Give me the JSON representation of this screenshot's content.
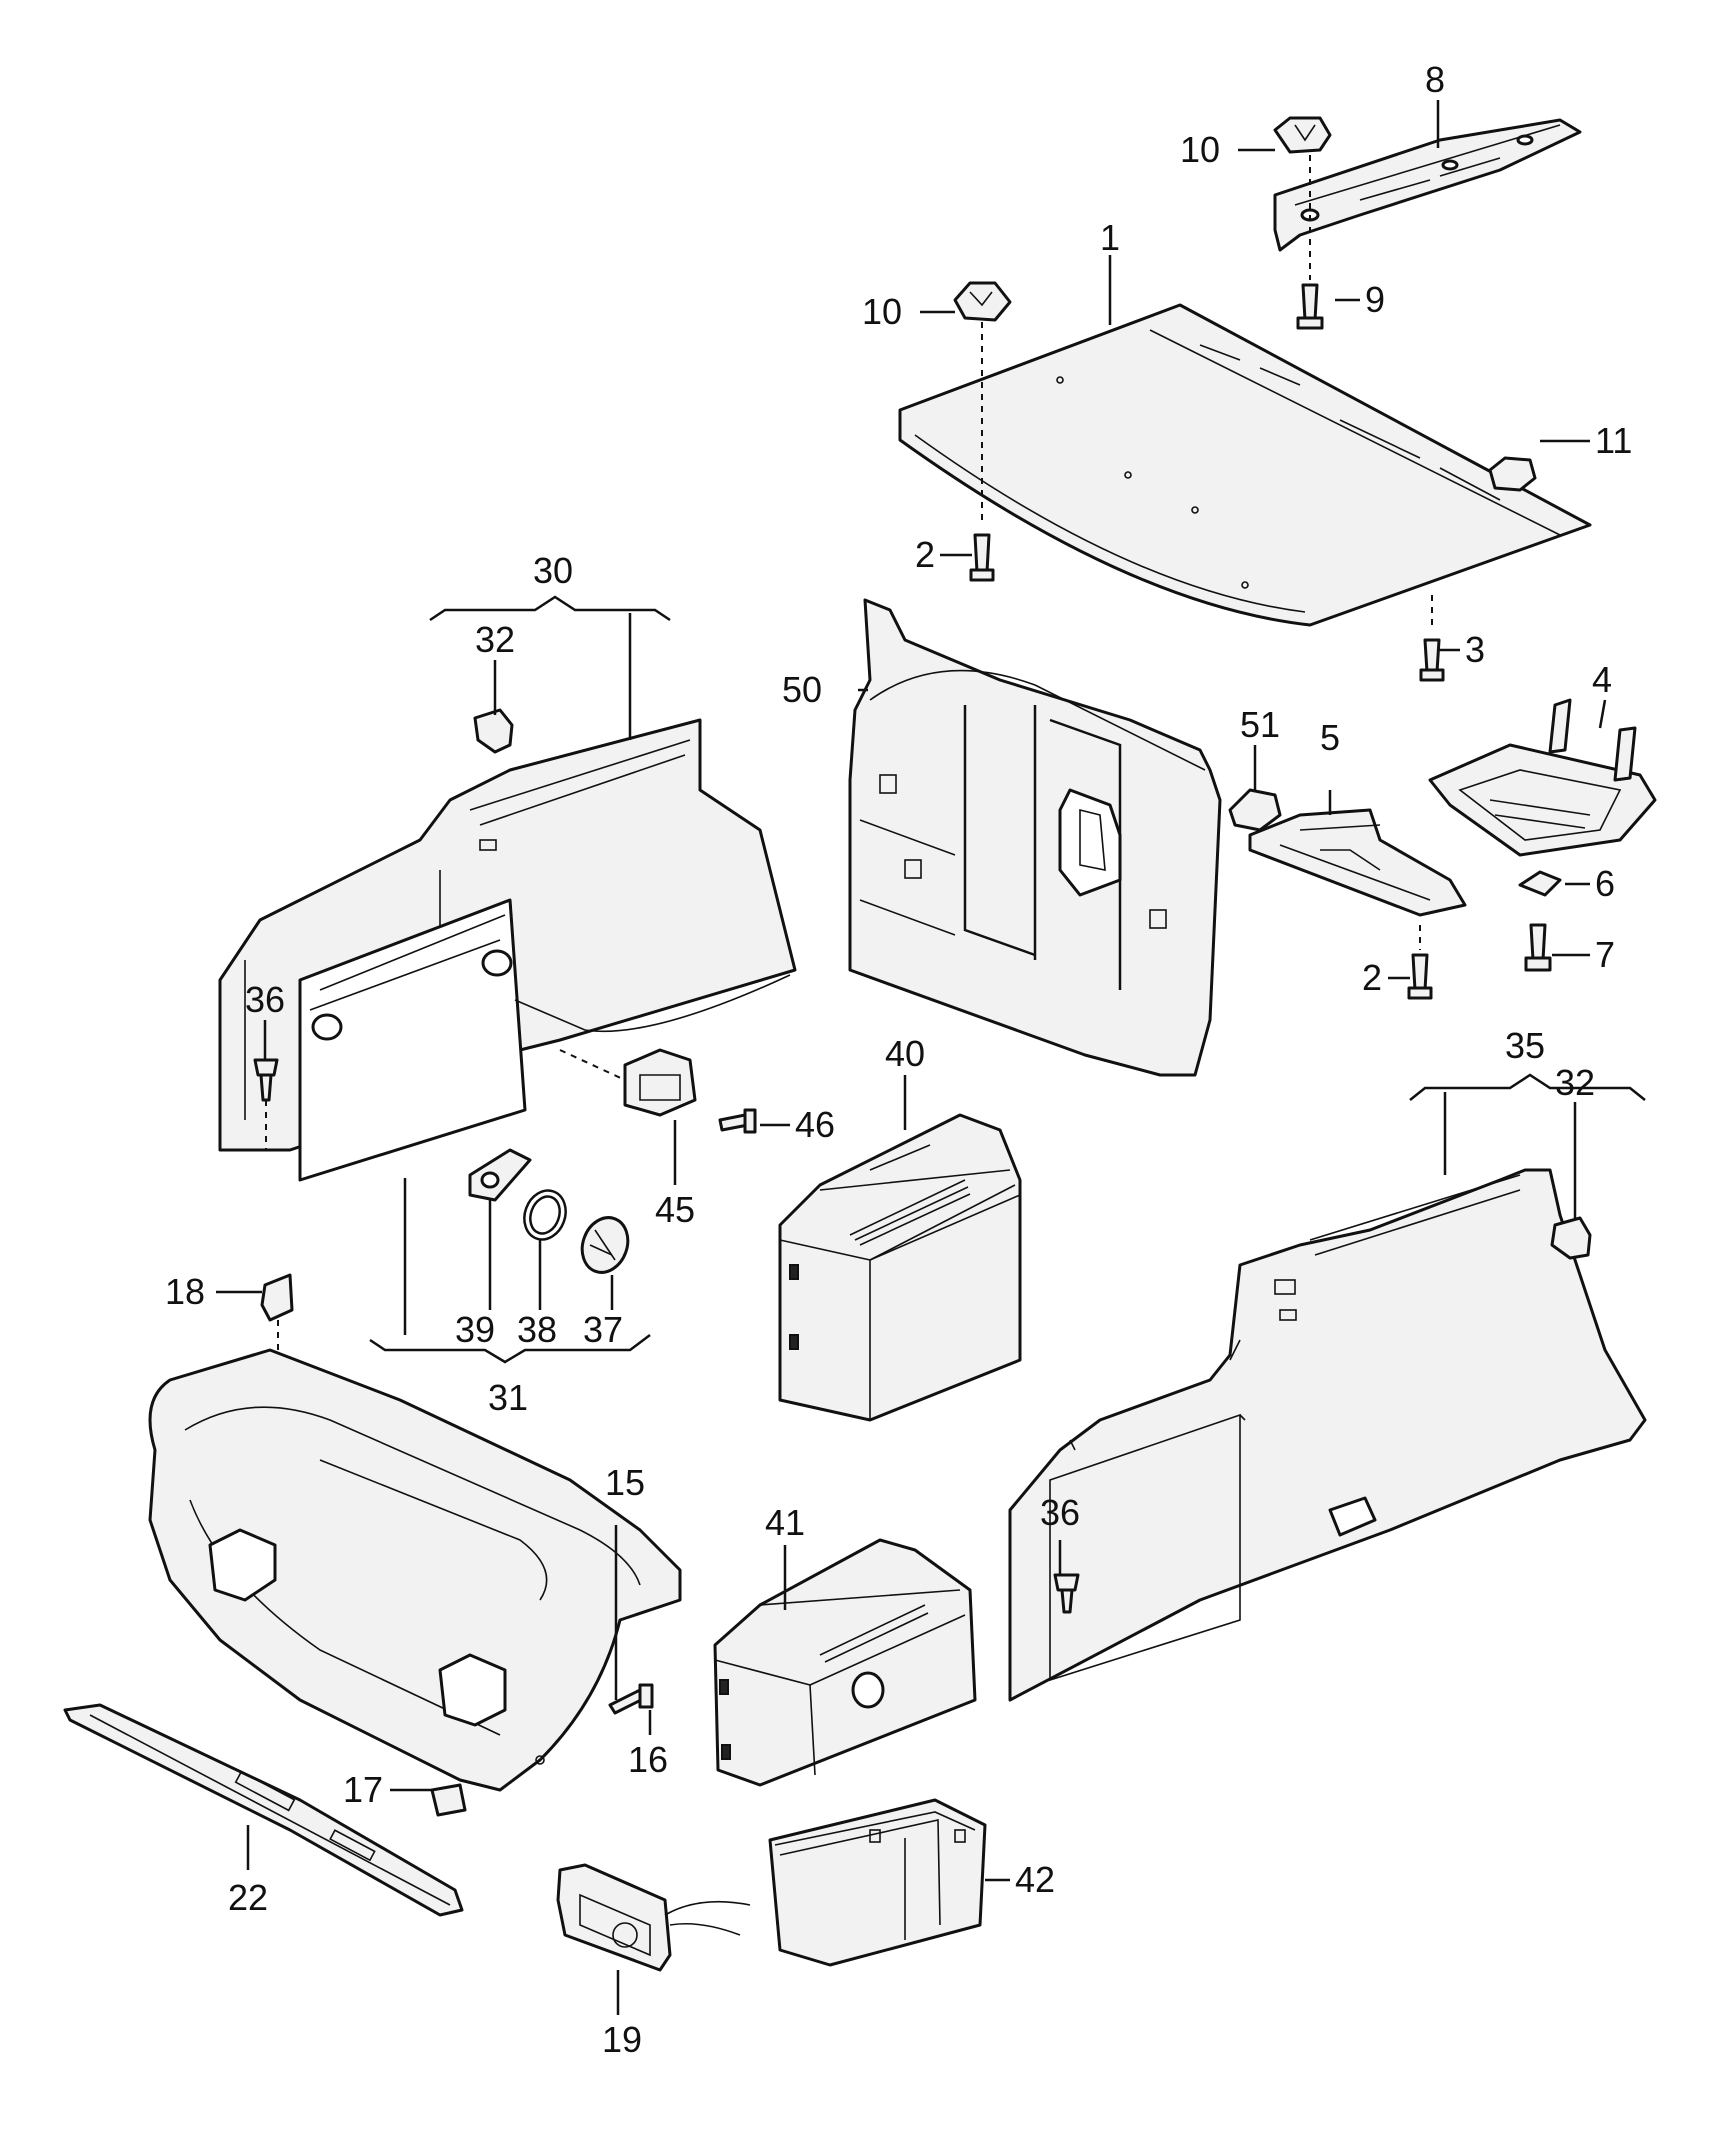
{
  "callouts": {
    "c1": "1",
    "c2a": "2",
    "c2b": "2",
    "c3": "3",
    "c4": "4",
    "c5": "5",
    "c6": "6",
    "c7": "7",
    "c8": "8",
    "c9": "9",
    "c10a": "10",
    "c10b": "10",
    "c11": "11",
    "c15": "15",
    "c16": "16",
    "c17": "17",
    "c18": "18",
    "c19": "19",
    "c22": "22",
    "c30": "30",
    "c31": "31",
    "c32a": "32",
    "c32b": "32",
    "c35": "35",
    "c36a": "36",
    "c36b": "36",
    "c37": "37",
    "c38": "38",
    "c39": "39",
    "c40": "40",
    "c41": "41",
    "c42": "42",
    "c45": "45",
    "c46": "46",
    "c50": "50",
    "c51": "51"
  }
}
